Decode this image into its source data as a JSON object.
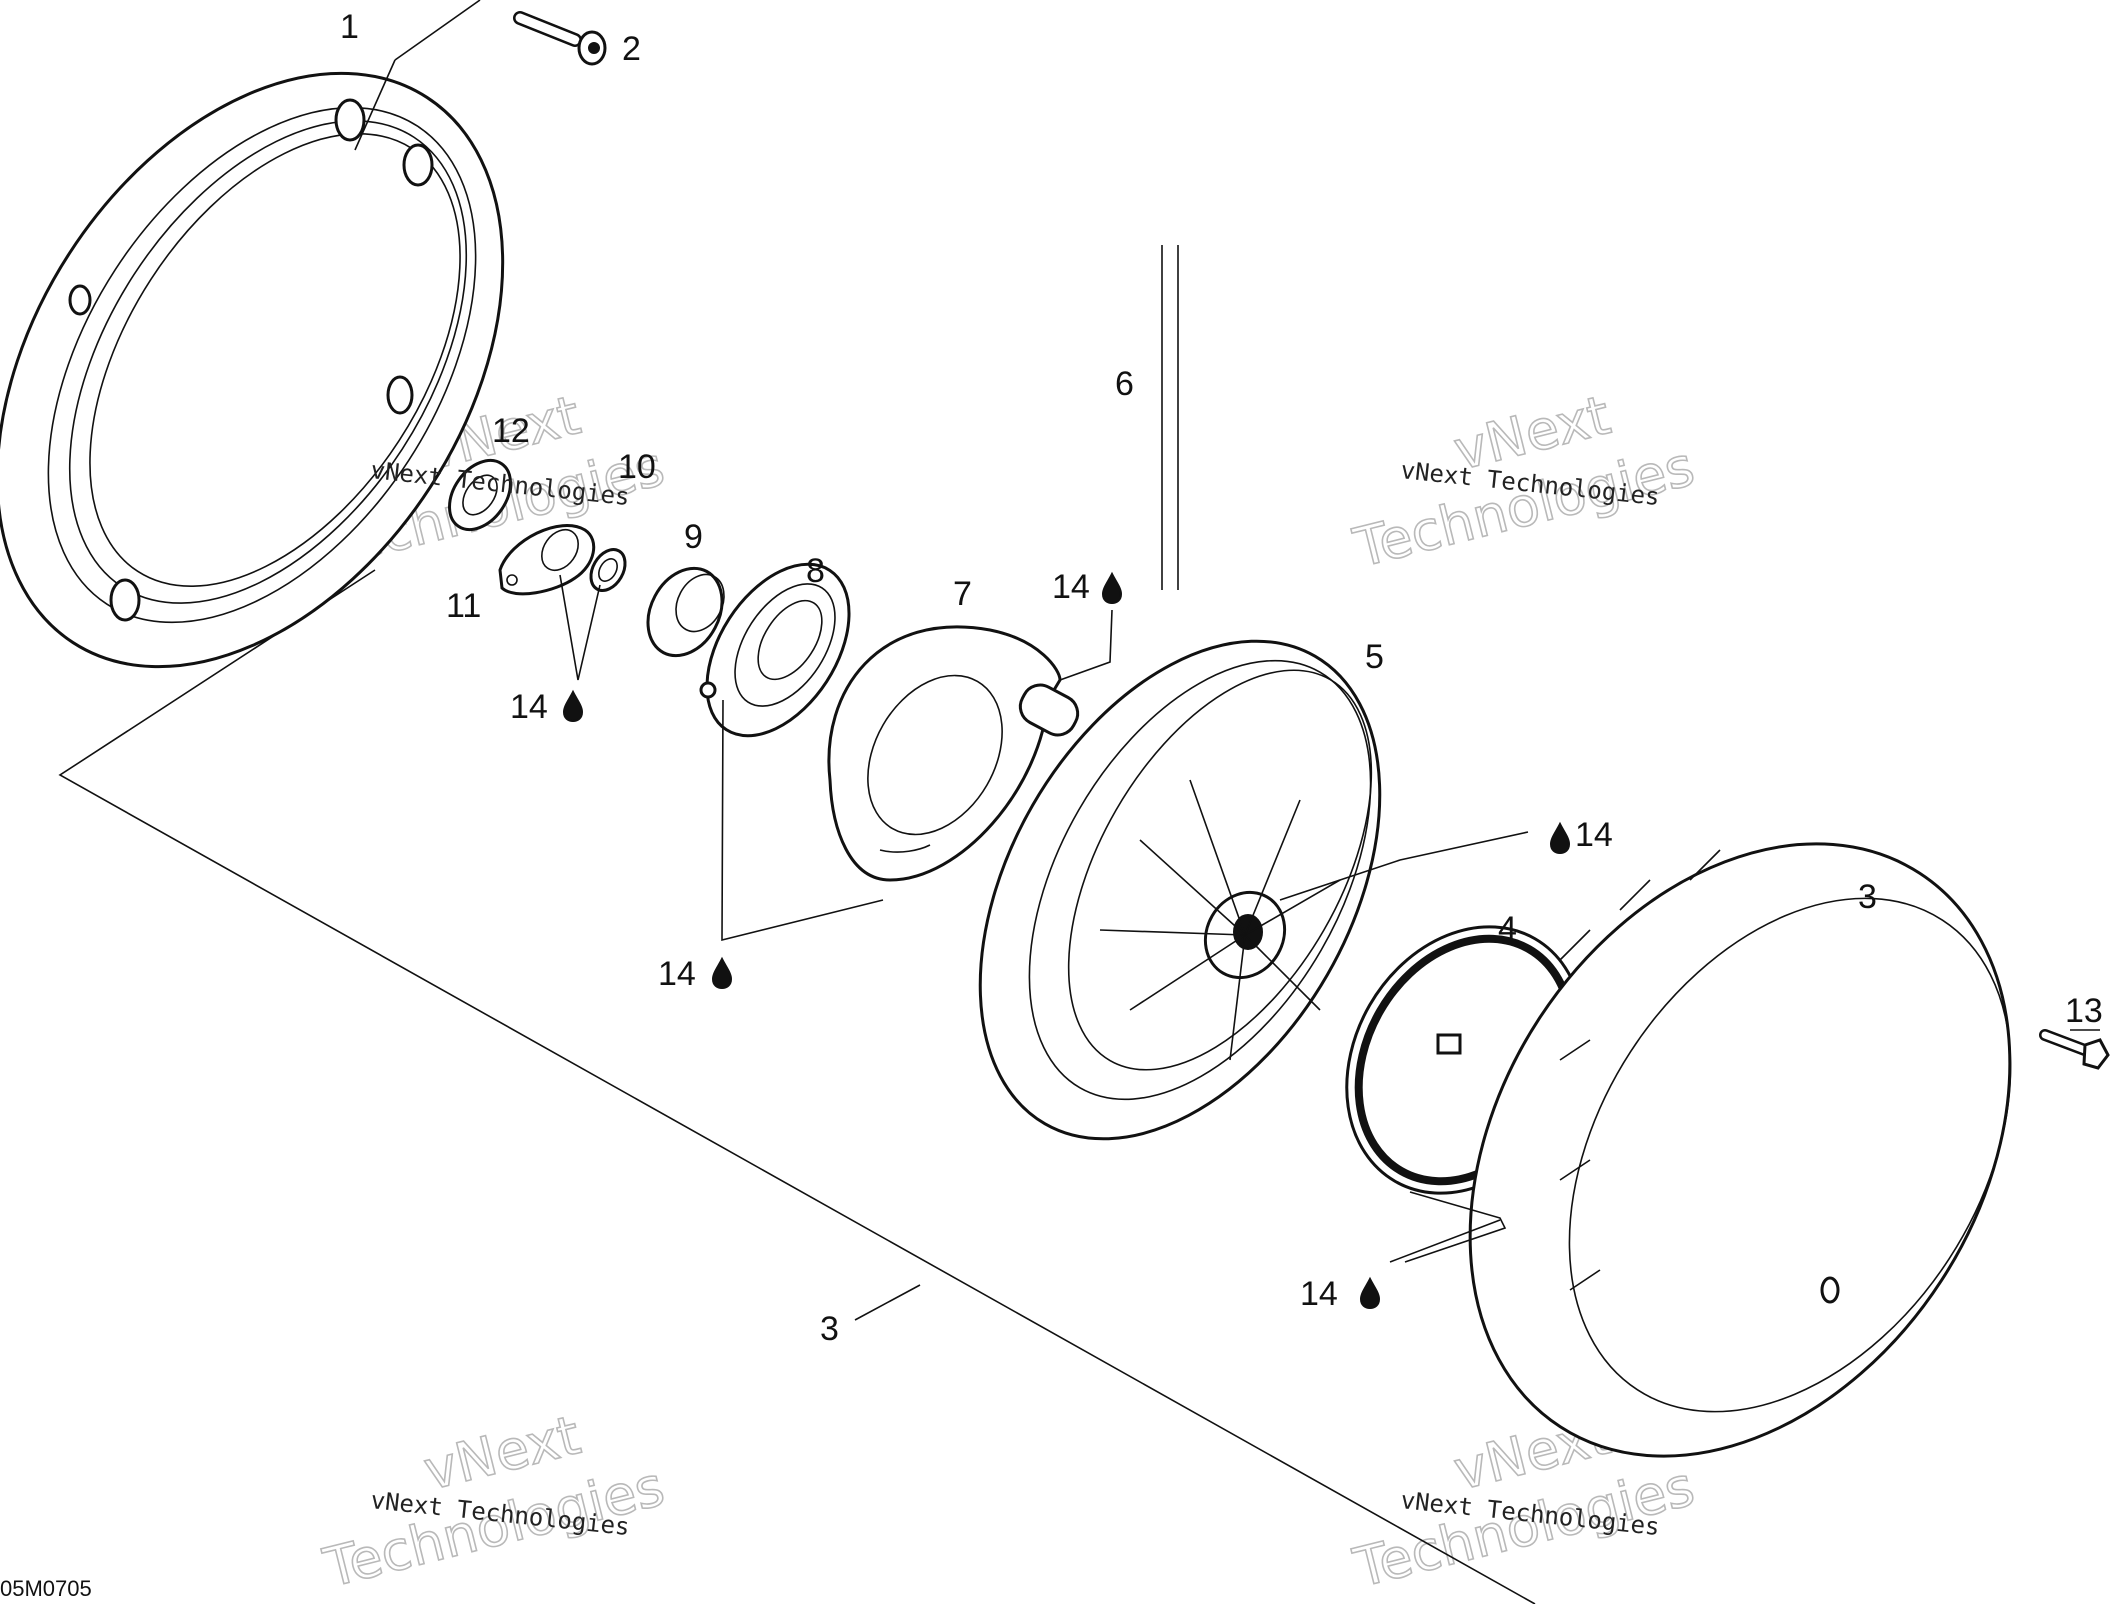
{
  "diagram": {
    "code": "05M0705",
    "watermark_small": "vNext Technologies",
    "watermark_big_line1": "vNext",
    "watermark_big_line2": "Technologies",
    "lubricant_icon": "oil-drop-icon",
    "callouts": {
      "c1": "1",
      "c2": "2",
      "c3a": "3",
      "c3b": "3",
      "c4": "4",
      "c5": "5",
      "c6": "6",
      "c7": "7",
      "c8": "8",
      "c9": "9",
      "c10": "10",
      "c11": "11",
      "c12": "12",
      "c13": "13",
      "c14a": "14",
      "c14b": "14",
      "c14c": "14",
      "c14d": "14",
      "c14e": "14"
    }
  }
}
